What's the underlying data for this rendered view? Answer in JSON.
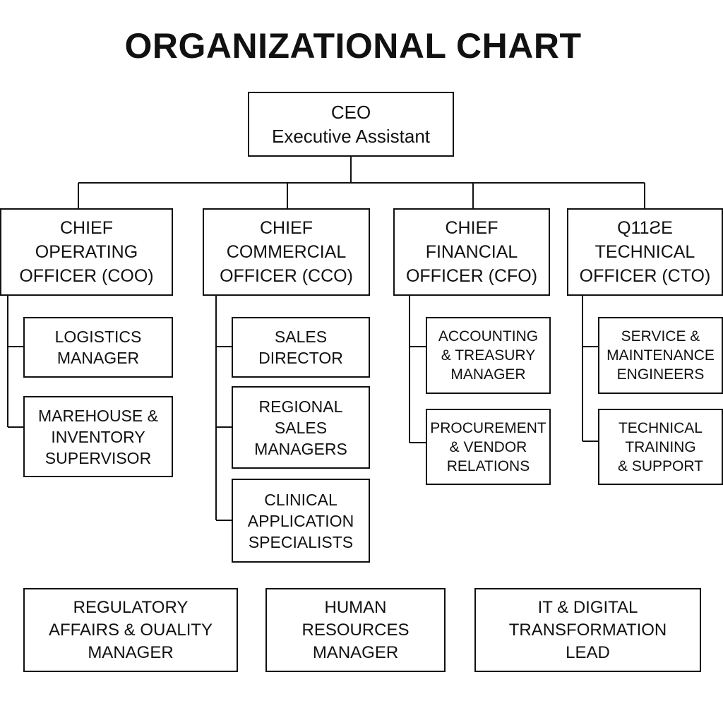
{
  "title": "ORGANIZATIONAL CHART",
  "ceo": "CEO\nExecutive Assistant",
  "coo": {
    "label": "CHIEF\nOPERATING\nOFFICER (COO)",
    "reports": [
      "LOGISTICS\nMANAGER",
      "MAREHOUSE &\nINVENTORY\nSUPERVISOR"
    ]
  },
  "cco": {
    "label": "CHIEF\nCOMMERCIAL\nOFFICER (CCO)",
    "reports": [
      "SALES\nDIRECTOR",
      "REGIONAL\nSALES\nMANAGERS",
      "CLINICAL\nAPPLICATION\nSPECIALISTS"
    ]
  },
  "cfo": {
    "label": "CHIEF\nFINANCIAL\nOFFICER (CFO)",
    "reports": [
      "ACCOUNTING\n& TREASURY\nMANAGER",
      "PROCUREMENT\n& VENDOR\nRELATIONS"
    ]
  },
  "cto": {
    "label": "Q11ƧE\nTECHNICAL\nOFFICER (CTO)",
    "reports": [
      "SERVICE &\nMAINTENANCE\nENGINEERS",
      "TECHNICAL\nTRAINING\n& SUPPORT"
    ]
  },
  "standalone": [
    "REGULATORY\nAFFAIRS & OUALITY\nMANAGER",
    "HUMAN\nRESOURCES\nMANAGER",
    "IT & DIGITAL\nTRANSFORMATION\nLEAD"
  ]
}
